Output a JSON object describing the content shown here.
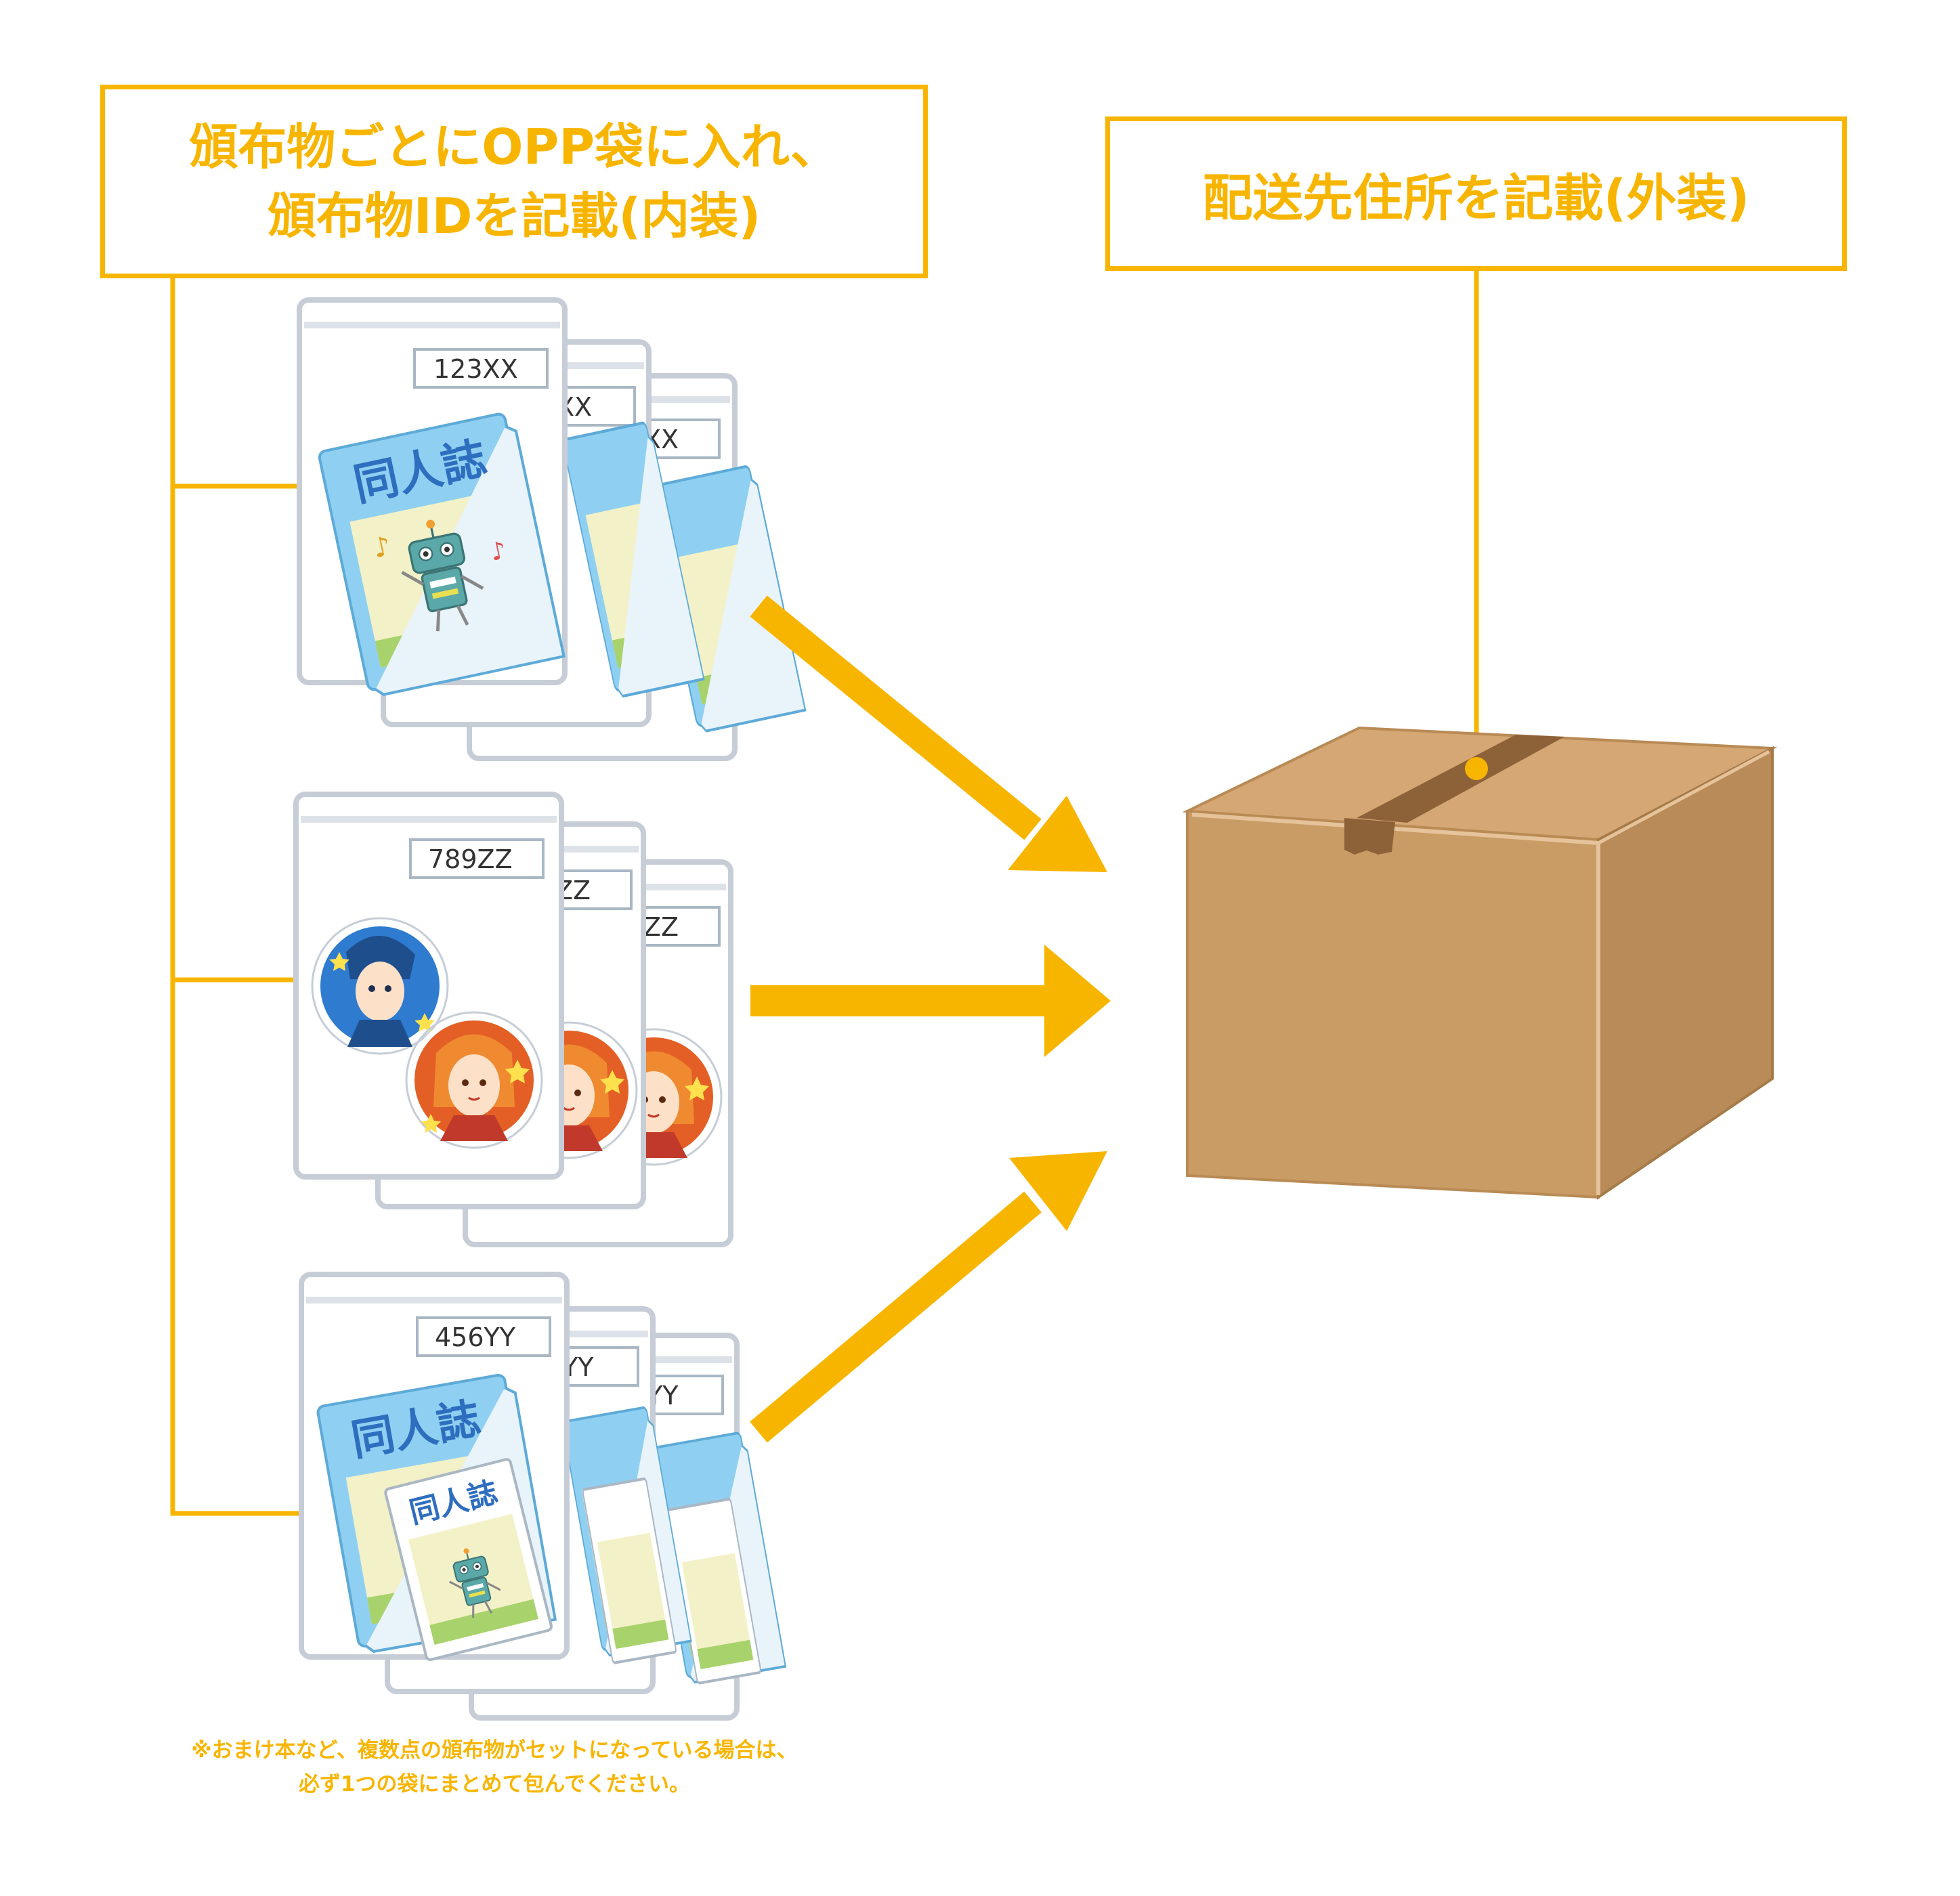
{
  "callouts": {
    "inner": {
      "line1": "頒布物ごとにOPP袋に入れ、",
      "line2": "頒布物IDを記載(内装)"
    },
    "outer": {
      "line1": "配送先住所を記載(外装)"
    }
  },
  "bag_groups": [
    {
      "item": "doujinshi-book",
      "front_id": "123XX",
      "middle_id_partial": "XX",
      "back_id_partial": "XX",
      "cover_title": "同人誌"
    },
    {
      "item": "can-badges",
      "front_id": "789ZZ",
      "middle_id_partial": "ZZ",
      "back_id_partial": "ZZ"
    },
    {
      "item": "book-set",
      "front_id": "456YY",
      "middle_id_partial": "YY",
      "back_id_partial": "YY",
      "cover_title": "同人誌",
      "inner_title": "同人誌"
    }
  ],
  "footnote": {
    "line1": "※おまけ本など、複数点の頒布物がセットになっている場合は、",
    "line2": "必ず1つの袋にまとめて包んでください。"
  },
  "colors": {
    "accent": "#F8B500",
    "bag_outline": "#C6CDD6",
    "box": "#C99C66",
    "book_blue": "#8FD0F2"
  }
}
